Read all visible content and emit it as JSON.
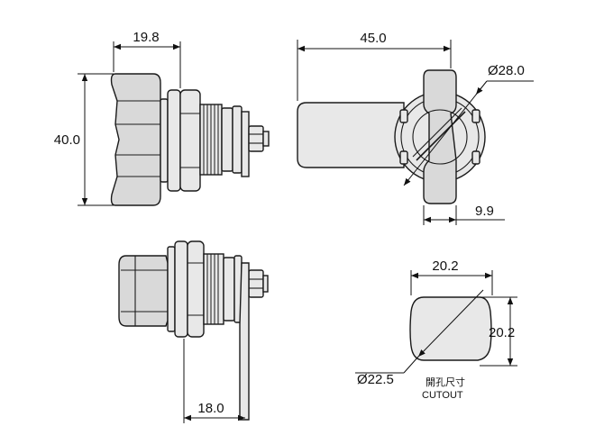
{
  "dimensions": {
    "side_width": "19.8",
    "side_height": "40.0",
    "front_width": "45.0",
    "front_diameter": "Ø28.0",
    "front_offset": "9.9",
    "top_length": "18.0",
    "cutout_width": "20.2",
    "cutout_height": "20.2",
    "cutout_diameter": "Ø22.5"
  },
  "notes": {
    "cutout_cn": "開孔尺寸",
    "cutout_en": "CUTOUT"
  }
}
